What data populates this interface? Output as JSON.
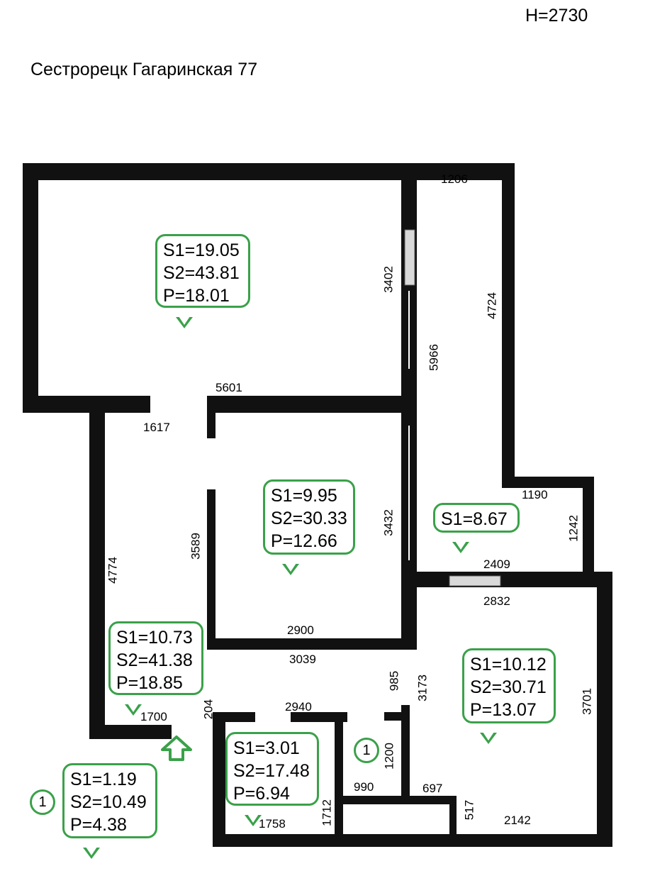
{
  "header": {
    "ceiling_height": "H=2730"
  },
  "title": "Сестрорецк Гагаринская 77",
  "rooms": {
    "room_top_left": {
      "s1": "S1=19.05",
      "s2": "S2=43.81",
      "p": "P=18.01"
    },
    "room_middle": {
      "s1": "S1=9.95",
      "s2": "S2=30.33",
      "p": "P=12.66"
    },
    "room_right_corridor": {
      "s1": "S1=8.67"
    },
    "hall": {
      "s1": "S1=10.73",
      "s2": "S2=41.38",
      "p": "P=18.85"
    },
    "room_bottom_right": {
      "s1": "S1=10.12",
      "s2": "S2=30.71",
      "p": "P=13.07"
    },
    "bathroom": {
      "s1": "S1=3.01",
      "s2": "S2=17.48",
      "p": "P=6.94"
    },
    "storage_outside": {
      "s1": "S1=1.19",
      "s2": "S2=10.49",
      "p": "P=4.38"
    }
  },
  "markers": {
    "marker_left": "1",
    "marker_center": "1"
  },
  "dimensions": {
    "d1206": "1206",
    "d3402": "3402",
    "d4724": "4724",
    "d5966": "5966",
    "d5601": "5601",
    "d1617": "1617",
    "d3432": "3432",
    "d3589": "3589",
    "d4774": "4774",
    "d1190": "1190",
    "d1242": "1242",
    "d2409": "2409",
    "d2832": "2832",
    "d2900": "2900",
    "d3039": "3039",
    "d985": "985",
    "d3173": "3173",
    "d3701": "3701",
    "d1700": "1700",
    "d204": "204",
    "d2940": "2940",
    "d1200": "1200",
    "d990": "990",
    "d697": "697",
    "d517": "517",
    "d2142": "2142",
    "d1758": "1758",
    "d1712": "1712"
  },
  "colors": {
    "accent": "#3aa14a",
    "wall": "#111111",
    "window": "#d9d9d9"
  },
  "icons": {
    "entrance": "entrance-arrow-icon"
  }
}
